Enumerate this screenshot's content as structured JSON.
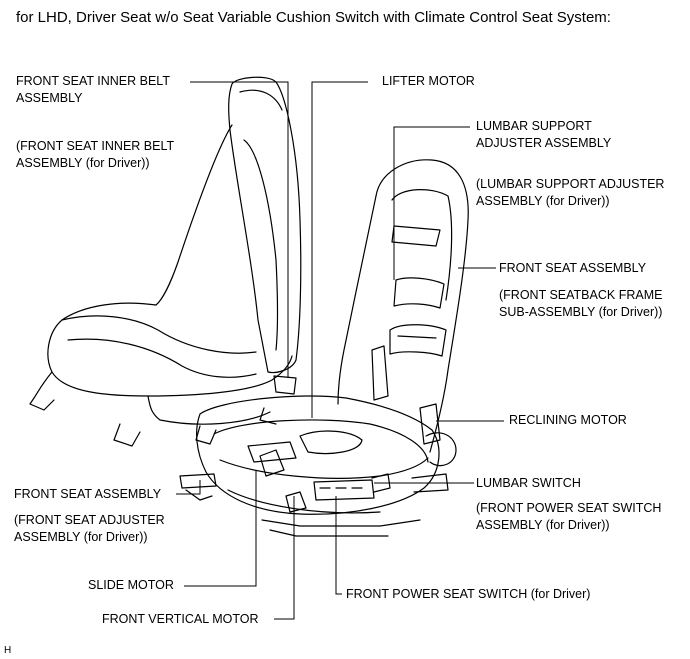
{
  "title": "for LHD, Driver Seat w/o Seat Variable Cushion Switch with Climate Control Seat System:",
  "labels": {
    "inner_belt": [
      "FRONT SEAT INNER BELT",
      "ASSEMBLY"
    ],
    "inner_belt_sub": [
      "(FRONT SEAT INNER BELT",
      "ASSEMBLY (for Driver))"
    ],
    "lifter_motor": "LIFTER MOTOR",
    "lumbar_support": [
      "LUMBAR SUPPORT",
      "ADJUSTER ASSEMBLY"
    ],
    "lumbar_support_sub": [
      "(LUMBAR SUPPORT ADJUSTER",
      "ASSEMBLY (for Driver))"
    ],
    "front_seat_right": "FRONT SEAT ASSEMBLY",
    "front_seat_right_sub": [
      "(FRONT SEATBACK FRAME",
      "SUB-ASSEMBLY (for Driver))"
    ],
    "reclining_motor": "RECLINING MOTOR",
    "lumbar_switch": "LUMBAR SWITCH",
    "lumbar_switch_sub": [
      "(FRONT POWER SEAT SWITCH",
      "ASSEMBLY (for Driver))"
    ],
    "front_seat_left": "FRONT SEAT ASSEMBLY",
    "front_seat_left_sub": [
      "(FRONT SEAT ADJUSTER",
      "ASSEMBLY (for Driver))"
    ],
    "slide_motor": "SLIDE MOTOR",
    "front_vertical_motor": "FRONT VERTICAL MOTOR",
    "power_seat_switch": "FRONT POWER SEAT SWITCH (for Driver)"
  },
  "corner_mark": "H"
}
